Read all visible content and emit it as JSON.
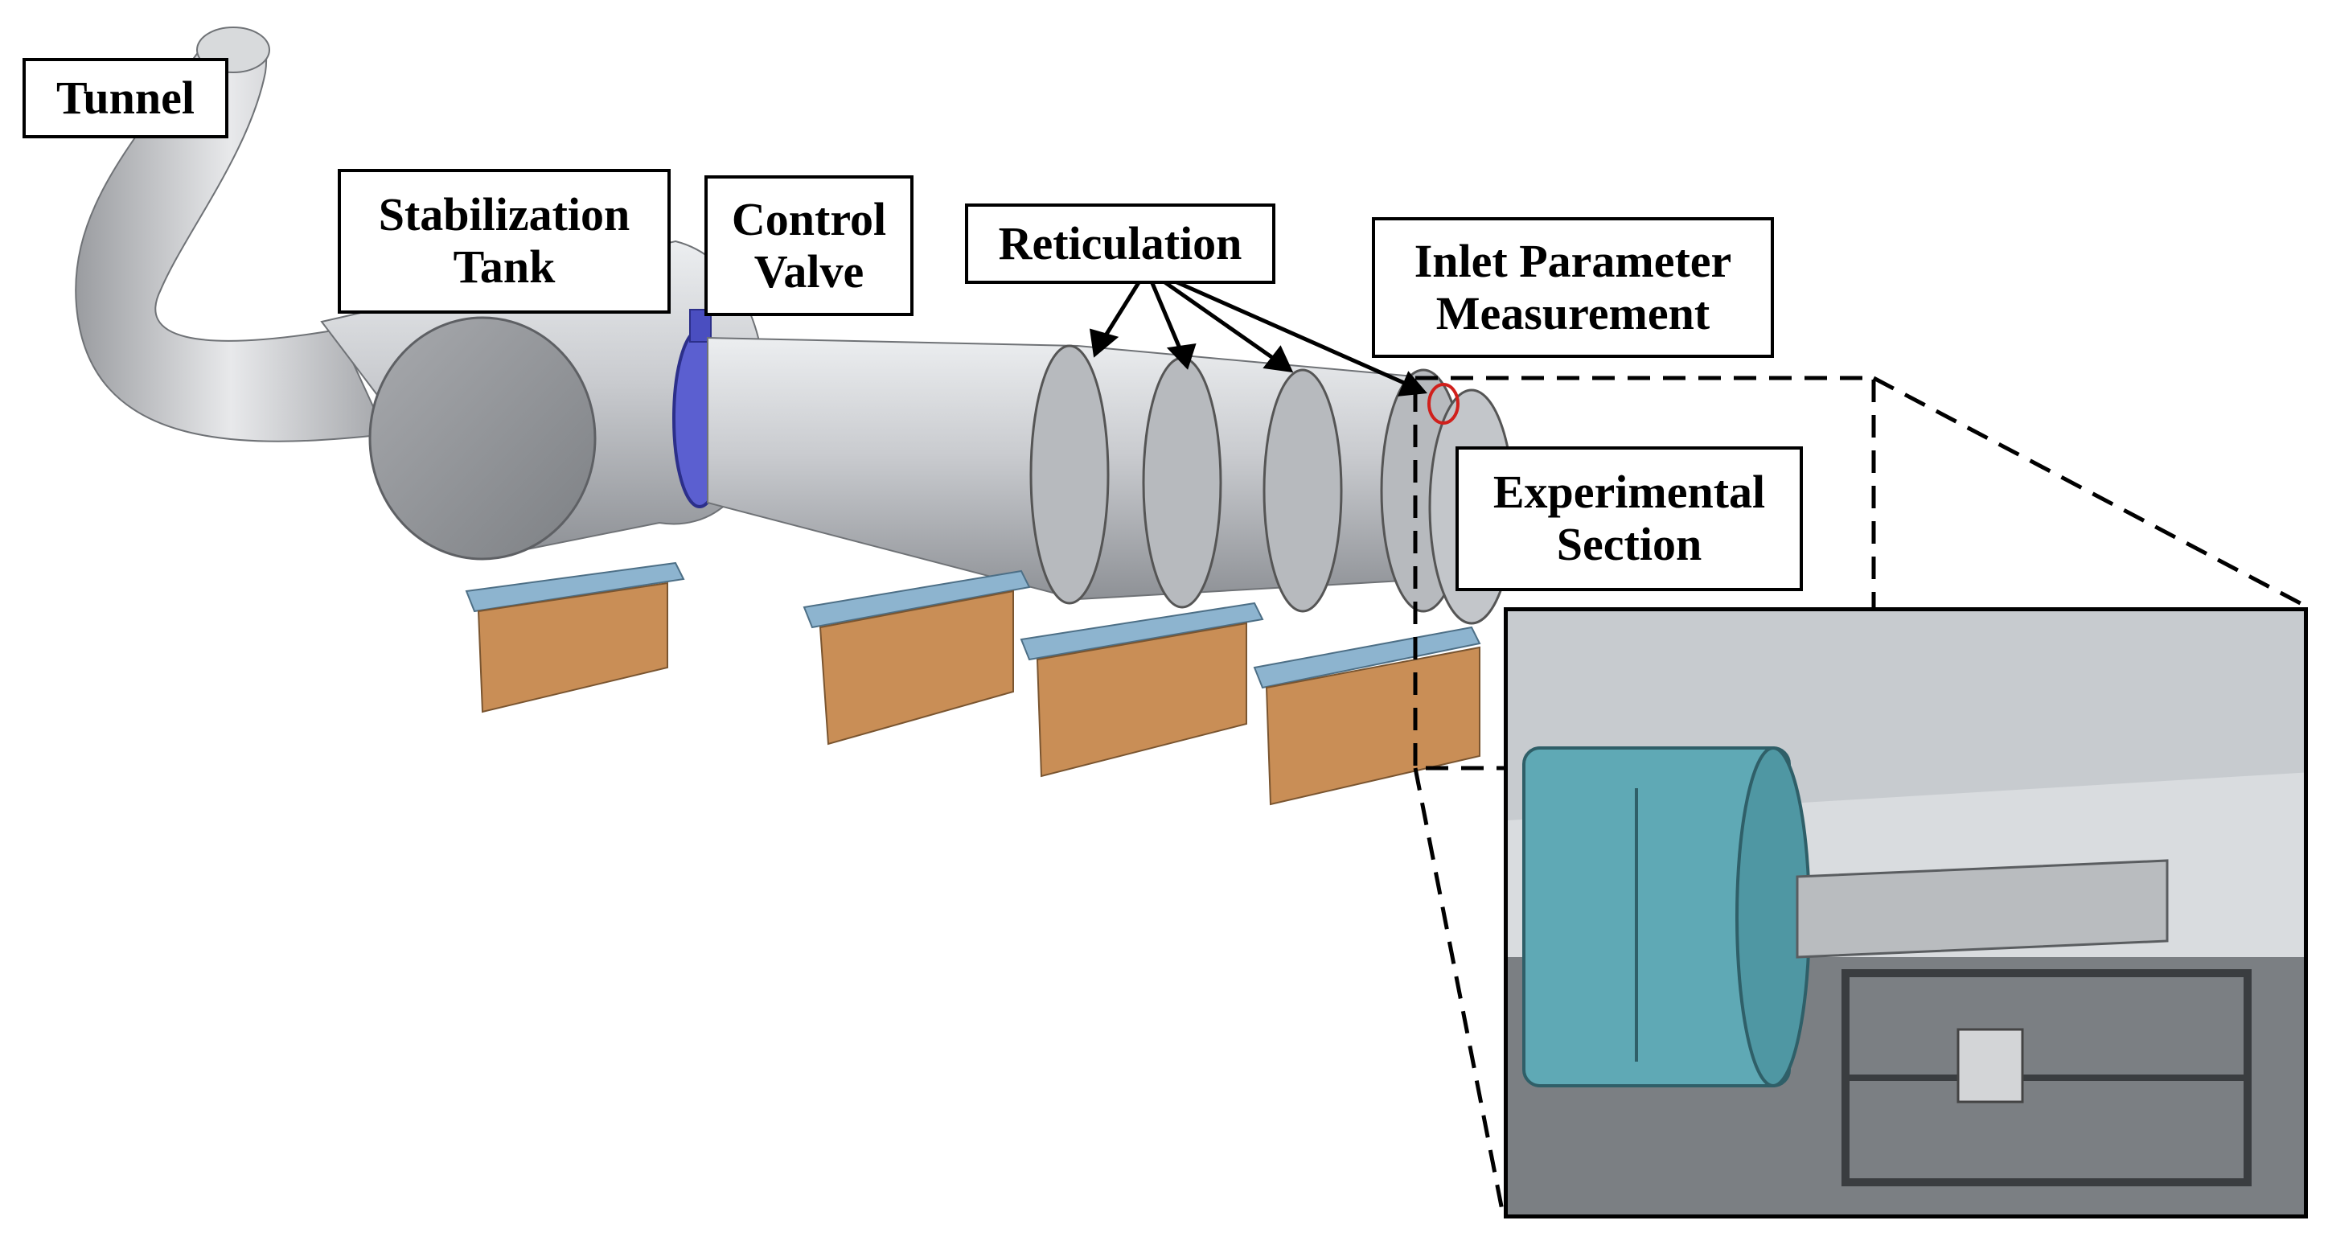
{
  "labels": {
    "tunnel": "Tunnel",
    "stabilization_line1": "Stabilization",
    "stabilization_line2": "Tank",
    "control_line1": "Control",
    "control_line2": "Valve",
    "reticulation": "Reticulation",
    "inlet_line1": "Inlet Parameter",
    "inlet_line2": "Measurement",
    "experimental_line1": "Experimental",
    "experimental_line2": "Section"
  },
  "colors": {
    "pipe": "#c9cbcf",
    "pipe_dark": "#8e9196",
    "valve": "#5b5fd0",
    "support_plate": "#8db4cf",
    "wood_base": "#c98e56",
    "photo_blue": "#5fa9b5"
  }
}
